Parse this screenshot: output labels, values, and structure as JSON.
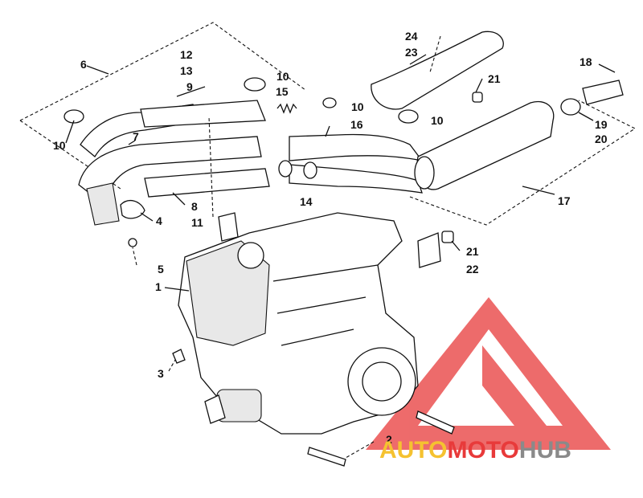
{
  "callouts": [
    "1",
    "2",
    "3",
    "4",
    "5",
    "6",
    "7",
    "8",
    "9",
    "10",
    "10",
    "10",
    "10",
    "11",
    "12",
    "13",
    "14",
    "15",
    "16",
    "17",
    "18",
    "19",
    "20",
    "21",
    "21",
    "22",
    "23",
    "24"
  ],
  "watermark": {
    "part1": "AUTO",
    "part2": "MOTO",
    "part3": "HUB"
  },
  "colors": {
    "watermark_red": "#e83a3a",
    "watermark_yellow": "#f5c230",
    "watermark_gray": "#8a8a8a",
    "line": "#111111"
  }
}
